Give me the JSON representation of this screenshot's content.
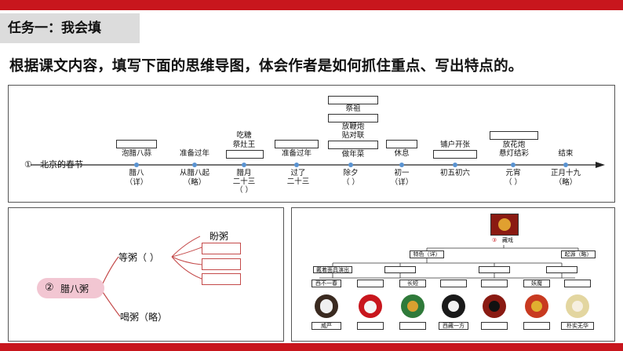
{
  "task_title": "任务一：我会填",
  "instruction": "根据课文内容，填写下面的思维导图，体会作者是如何抓住重点、写出特点的。",
  "timeline": {
    "root_label": "北京的春节",
    "root_number": "①",
    "nodes": [
      {
        "bottom": "腊八",
        "bottom2": "（详）",
        "top": "泡腊八蒜"
      },
      {
        "bottom": "从腊八起",
        "bottom2": "（略）",
        "top": "准备过年"
      },
      {
        "bottom": "腊月",
        "bottom2": "二十三",
        "bottom3": "（    ）",
        "top": "吃糖",
        "top2": "祭灶王"
      },
      {
        "bottom": "过了",
        "bottom2": "二十三",
        "top": "准备过年"
      },
      {
        "bottom": "除夕",
        "bottom2": "（    ）",
        "top": "做年菜",
        "stack": [
          "祭祖",
          "放鞭炮",
          "贴对联"
        ]
      },
      {
        "bottom": "初一",
        "bottom2": "（详）",
        "top": "休息"
      },
      {
        "bottom": "初五初六",
        "top": "铺户开张"
      },
      {
        "bottom": "元宵",
        "bottom2": "（    ）",
        "top": "放花炮",
        "top2": "悬灯结彩"
      },
      {
        "bottom": "正月十九",
        "bottom2": "（略）",
        "top": "结束"
      }
    ]
  },
  "mindmap": {
    "center": "腊八粥",
    "number": "②",
    "branch1": "等粥（    ）",
    "leaf1": "盼粥",
    "branch2": "喝粥（略）"
  },
  "tree": {
    "root": "藏戏",
    "root_number": "③",
    "left": "特色（详）",
    "right": "起源（略）",
    "sub": [
      "戴着面具演出",
      "",
      "",
      "",
      "",
      "",
      ""
    ],
    "leaves": [
      "西不一春",
      "",
      "长短",
      "",
      "",
      "妖魔",
      ""
    ],
    "bottom": [
      "威严",
      "",
      "",
      "西藏一方",
      "",
      "",
      "朴实无华"
    ]
  }
}
